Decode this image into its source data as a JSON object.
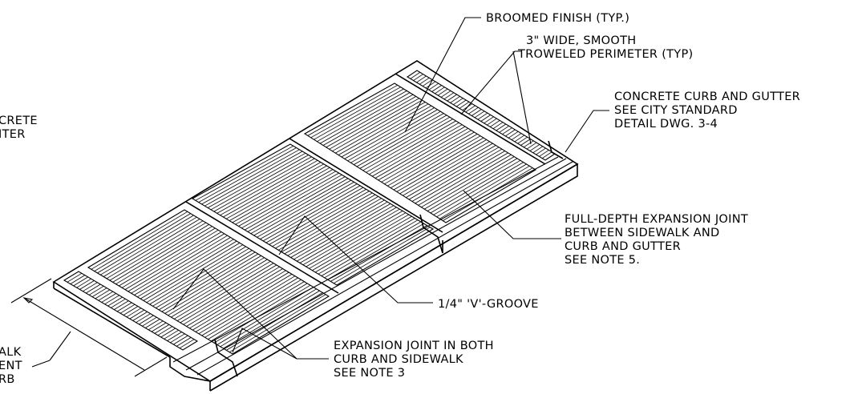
{
  "labels": {
    "broomed": "BROOMED FINISH (TYP.)",
    "wide_1": "3\" WIDE, SMOOTH",
    "wide_2": "TROWELED PERIMETER (TYP)",
    "curb_1": "CONCRETE CURB AND GUTTER",
    "curb_2": "SEE CITY STANDARD",
    "curb_3": "DETAIL DWG. 3-4",
    "left_top_1": "CRETE",
    "left_top_2": "ITER",
    "fulldepth_1": "FULL-DEPTH EXPANSION JOINT",
    "fulldepth_2": "BETWEEN SIDEWALK AND",
    "fulldepth_3": "CURB AND GUTTER",
    "fulldepth_4": "SEE NOTE 5.",
    "vgroove": "1/4\" 'V'-GROOVE",
    "exp_1": "EXPANSION JOINT IN BOTH",
    "exp_2": "CURB AND SIDEWALK",
    "exp_3": "SEE NOTE 3",
    "left_bot_1": "ALK",
    "left_bot_2": "ENT",
    "left_bot_3": "RB"
  }
}
